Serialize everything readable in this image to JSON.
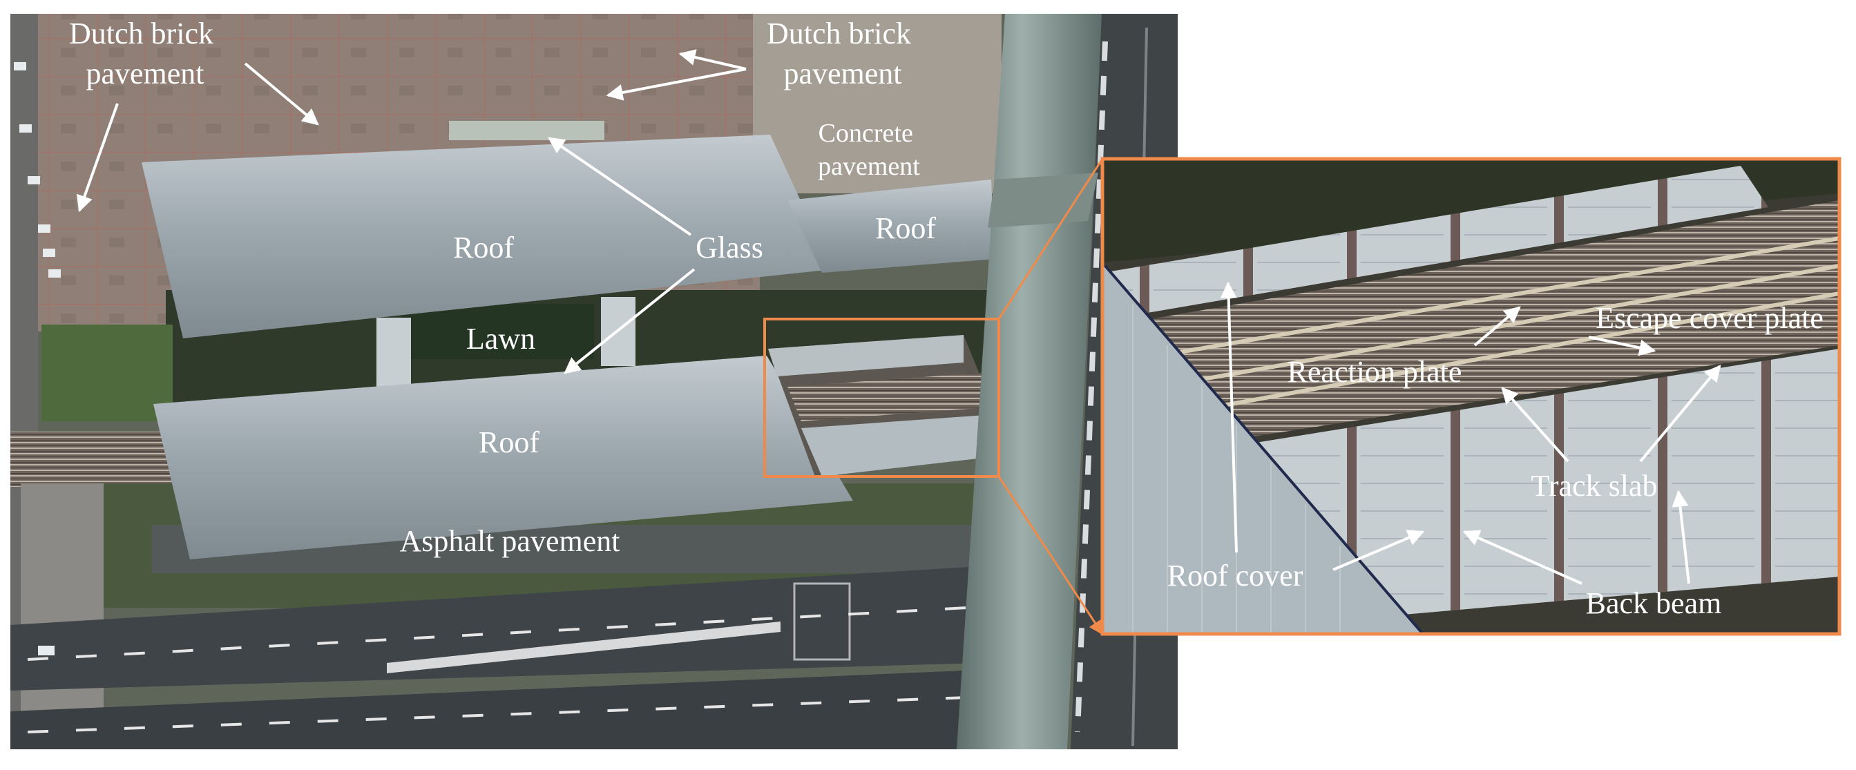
{
  "figure": {
    "colors": {
      "inset_frame": "#f08a4b",
      "label_text": "#ffffff",
      "arrow": "#ffffff"
    },
    "main_photo": {
      "labels": {
        "dutch_brick_1": [
          "Dutch brick",
          "pavement"
        ],
        "dutch_brick_2": [
          "Dutch brick",
          "pavement"
        ],
        "concrete": [
          "Concrete",
          "pavement"
        ],
        "roof_1": "Roof",
        "roof_2": "Roof",
        "roof_3": "Roof",
        "glass": "Glass",
        "lawn": "Lawn",
        "asphalt": "Asphalt pavement"
      }
    },
    "inset_photo": {
      "labels": {
        "reaction_plate": "Reaction plate",
        "escape_cover_plate": "Escape cover plate",
        "track_slab": "Track slab",
        "roof_cover": "Roof cover",
        "back_beam": "Back beam"
      }
    }
  }
}
